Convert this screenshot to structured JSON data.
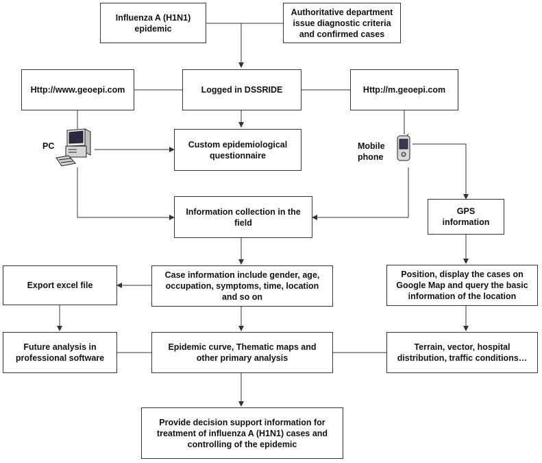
{
  "nodes": {
    "influenza": "Influenza A (H1N1)\nepidemic",
    "authority": "Authoritative department\nissue diagnostic criteria\nand confirmed cases",
    "logged_in": "Logged in DSSRIDE",
    "web_pc": "Http://www.geoepi.com",
    "web_mobile": "Http://m.geoepi.com",
    "questionnaire": "Custom epidemiological\nquestionnaire",
    "field_collection": "Information collection in the\nfield",
    "gps": "GPS\ninformation",
    "case_info": "Case information include gender, age,\noccupation, symptoms, time, location\nand so on",
    "export_excel": "Export  excel file",
    "position_map": "Position, display the cases on\nGoogle Map and query the basic\ninformation of the location",
    "future_analysis": "Future analysis in\nprofessional software",
    "epidemic_curve": "Epidemic curve, Thematic maps and\nother primary analysis",
    "terrain": "Terrain, vector, hospital\ndistribution, traffic conditions…",
    "decision_support": "Provide decision support information for\ntreatment of influenza A (H1N1) cases and\ncontrolling of  the epidemic"
  },
  "labels": {
    "pc": "PC",
    "mobile": "Mobile\nphone"
  },
  "icons": {
    "pc": "desktop-computer-icon",
    "mobile": "mobile-phone-icon"
  },
  "colors": {
    "line": "#333333",
    "box_border": "#333333",
    "text": "#111111",
    "background": "#ffffff"
  }
}
